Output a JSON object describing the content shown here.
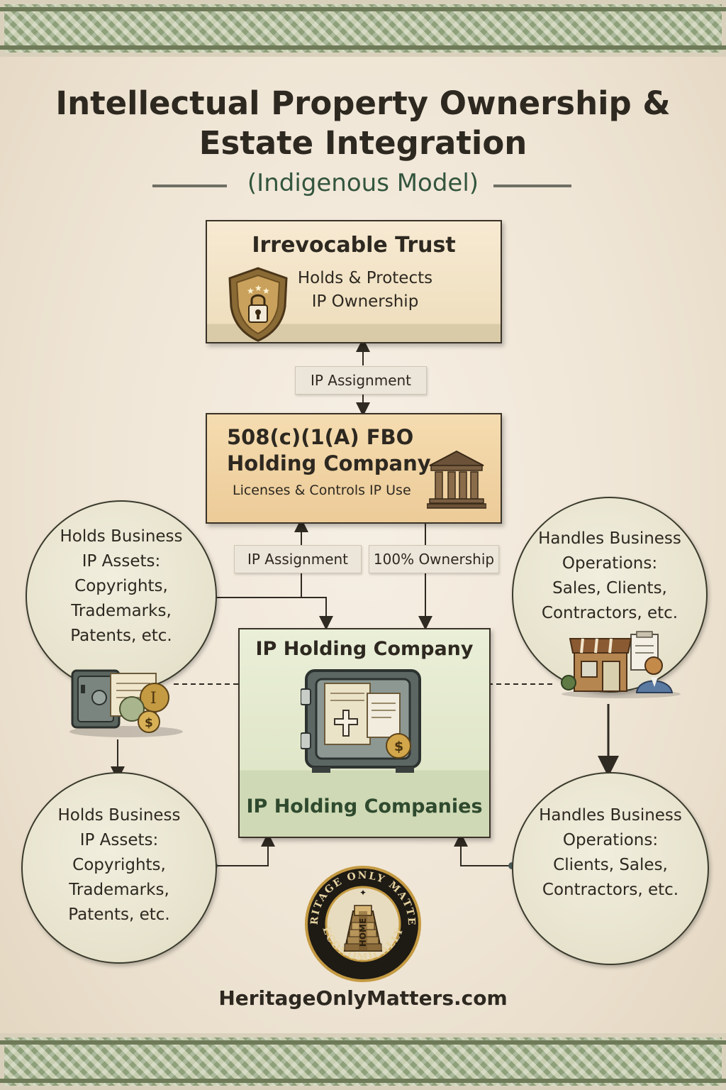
{
  "header": {
    "title_line1": "Intellectual Property Ownership &",
    "title_line2": "Estate Integration",
    "subtitle": "(Indigenous Model)"
  },
  "trust": {
    "title": "Irrevocable Trust",
    "line1": "Holds & Protects",
    "line2": "IP Ownership"
  },
  "connectors": {
    "trust_fbo": "IP Assignment",
    "fbo_iphc_left": "IP Assignment",
    "fbo_iphc_right": "100% Ownership"
  },
  "fbo": {
    "title_line1": "508(c)(1(A) FBO",
    "title_line2": "Holding Company",
    "subtitle": "Licenses & Controls IP Use"
  },
  "ip_holding": {
    "title": "IP Holding Company",
    "footer": "IP Holding Companies"
  },
  "circles": {
    "top_left": [
      "Holds Business",
      "IP Assets:",
      "Copyrights,",
      "Trademarks,",
      "Patents, etc."
    ],
    "top_right": [
      "Handles Business",
      "Operations:",
      "Sales, Clients,",
      "Contractors, etc."
    ],
    "bottom_left": [
      "Holds Business",
      "IP Assets:",
      "Copyrights,",
      "Trademarks,",
      "Patents, etc."
    ],
    "bottom_right": [
      "Handles Business",
      "Operations:",
      "Clients, Sales,",
      "Contractors, etc."
    ]
  },
  "seal": {
    "ring_top": "HERITAGE ONLY MATTERS",
    "ring_bottom": "ECONOMICALLY",
    "center": "HOME"
  },
  "footer": {
    "website": "HeritageOnlyMatters.com"
  },
  "colors": {
    "background": "#efe5d5",
    "trust_box": "#efdfbf",
    "fbo_box": "#eccb98",
    "ip_box": "#e0e6c8",
    "accent_green": "#33553d",
    "border_green": "#8ea07a"
  }
}
